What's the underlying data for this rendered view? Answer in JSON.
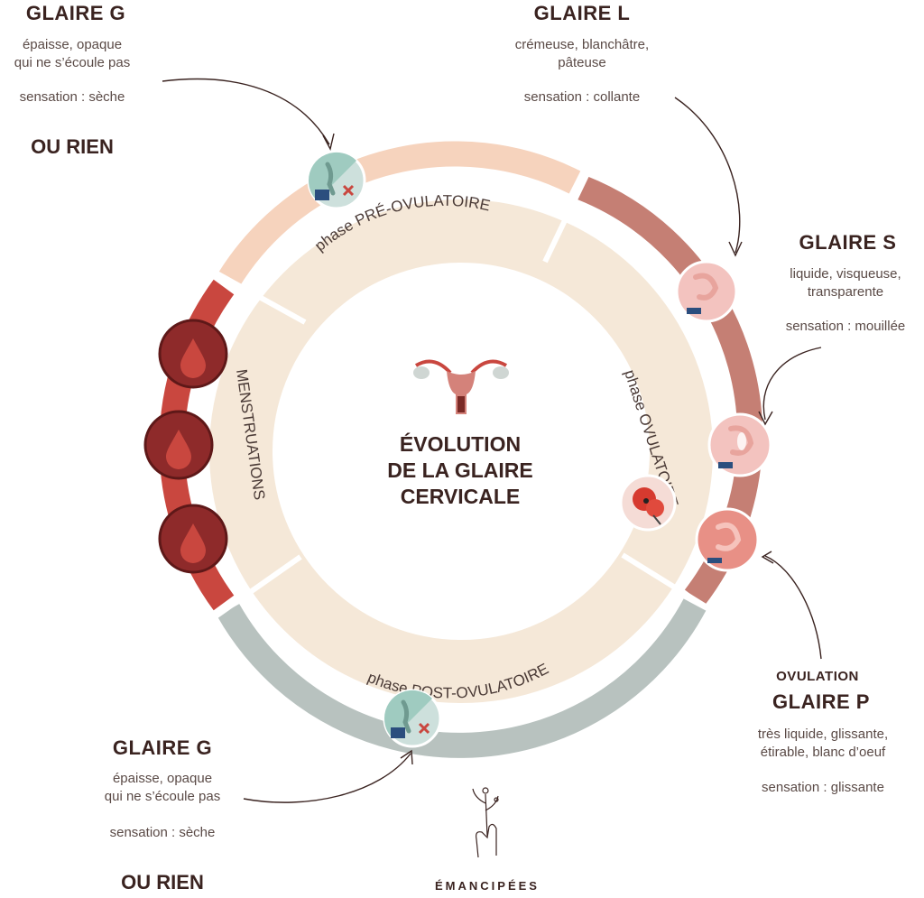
{
  "center": {
    "title_line1": "ÉVOLUTION",
    "title_line2": "DE LA GLAIRE",
    "title_line3": "CERVICALE"
  },
  "phases": {
    "pre": "phase PRÉ-OVULATOIRE",
    "ovu": "phase OVULATOIRE",
    "post": "phase POST-OVULATOIRE",
    "mens": "MENSTRUATIONS"
  },
  "glaire_g_top": {
    "title": "GLAIRE G",
    "desc1": "épaisse, opaque",
    "desc2": "qui ne s’écoule pas",
    "sensation": "sensation : sèche",
    "or_none": "OU RIEN"
  },
  "glaire_l": {
    "title": "GLAIRE L",
    "desc1": "crémeuse, blanchâtre,",
    "desc2": "pâteuse",
    "sensation": "sensation : collante"
  },
  "glaire_s": {
    "title": "GLAIRE S",
    "desc1": "liquide, visqueuse,",
    "desc2": "transparente",
    "sensation": "sensation : mouillée"
  },
  "glaire_p": {
    "label": "OVULATION",
    "title": "GLAIRE P",
    "desc1": "très liquide, glissante,",
    "desc2": "étirable, blanc d’oeuf",
    "sensation": "sensation : glissante"
  },
  "glaire_g_bottom": {
    "title": "GLAIRE G",
    "desc1": "épaisse, opaque",
    "desc2": "qui ne s’écoule pas",
    "sensation": "sensation : sèche",
    "or_none": "OU RIEN"
  },
  "brand": "ÉMANCIPÉES",
  "colors": {
    "pre": "#f6d3bd",
    "ovu": "#c57f74",
    "post": "#b8c2bf",
    "mens": "#c9473f",
    "inner": "#f5e8d8",
    "drop": "#8e2a2a",
    "text": "#3a2320"
  },
  "icons": {
    "pre_dry": "dry-hand-cross-icon",
    "ovu_hands": "stretchy-mucus-hand-icon",
    "flower": "poppy-flower-icon",
    "blood": "blood-drop-icon",
    "uterus": "uterus-icon",
    "brand": "hand-holding-flower-icon"
  }
}
